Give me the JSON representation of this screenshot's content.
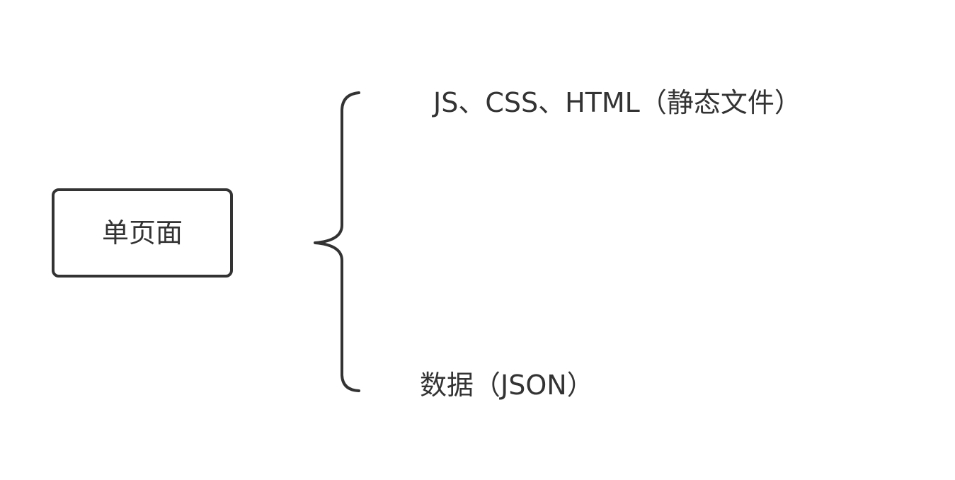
{
  "diagram": {
    "root": {
      "label": "单页面"
    },
    "branches": [
      {
        "label": "JS、CSS、HTML（静态文件）"
      },
      {
        "label": "数据（JSON）"
      }
    ]
  },
  "colors": {
    "stroke": "#333333",
    "text": "#333333",
    "background": "#ffffff"
  }
}
